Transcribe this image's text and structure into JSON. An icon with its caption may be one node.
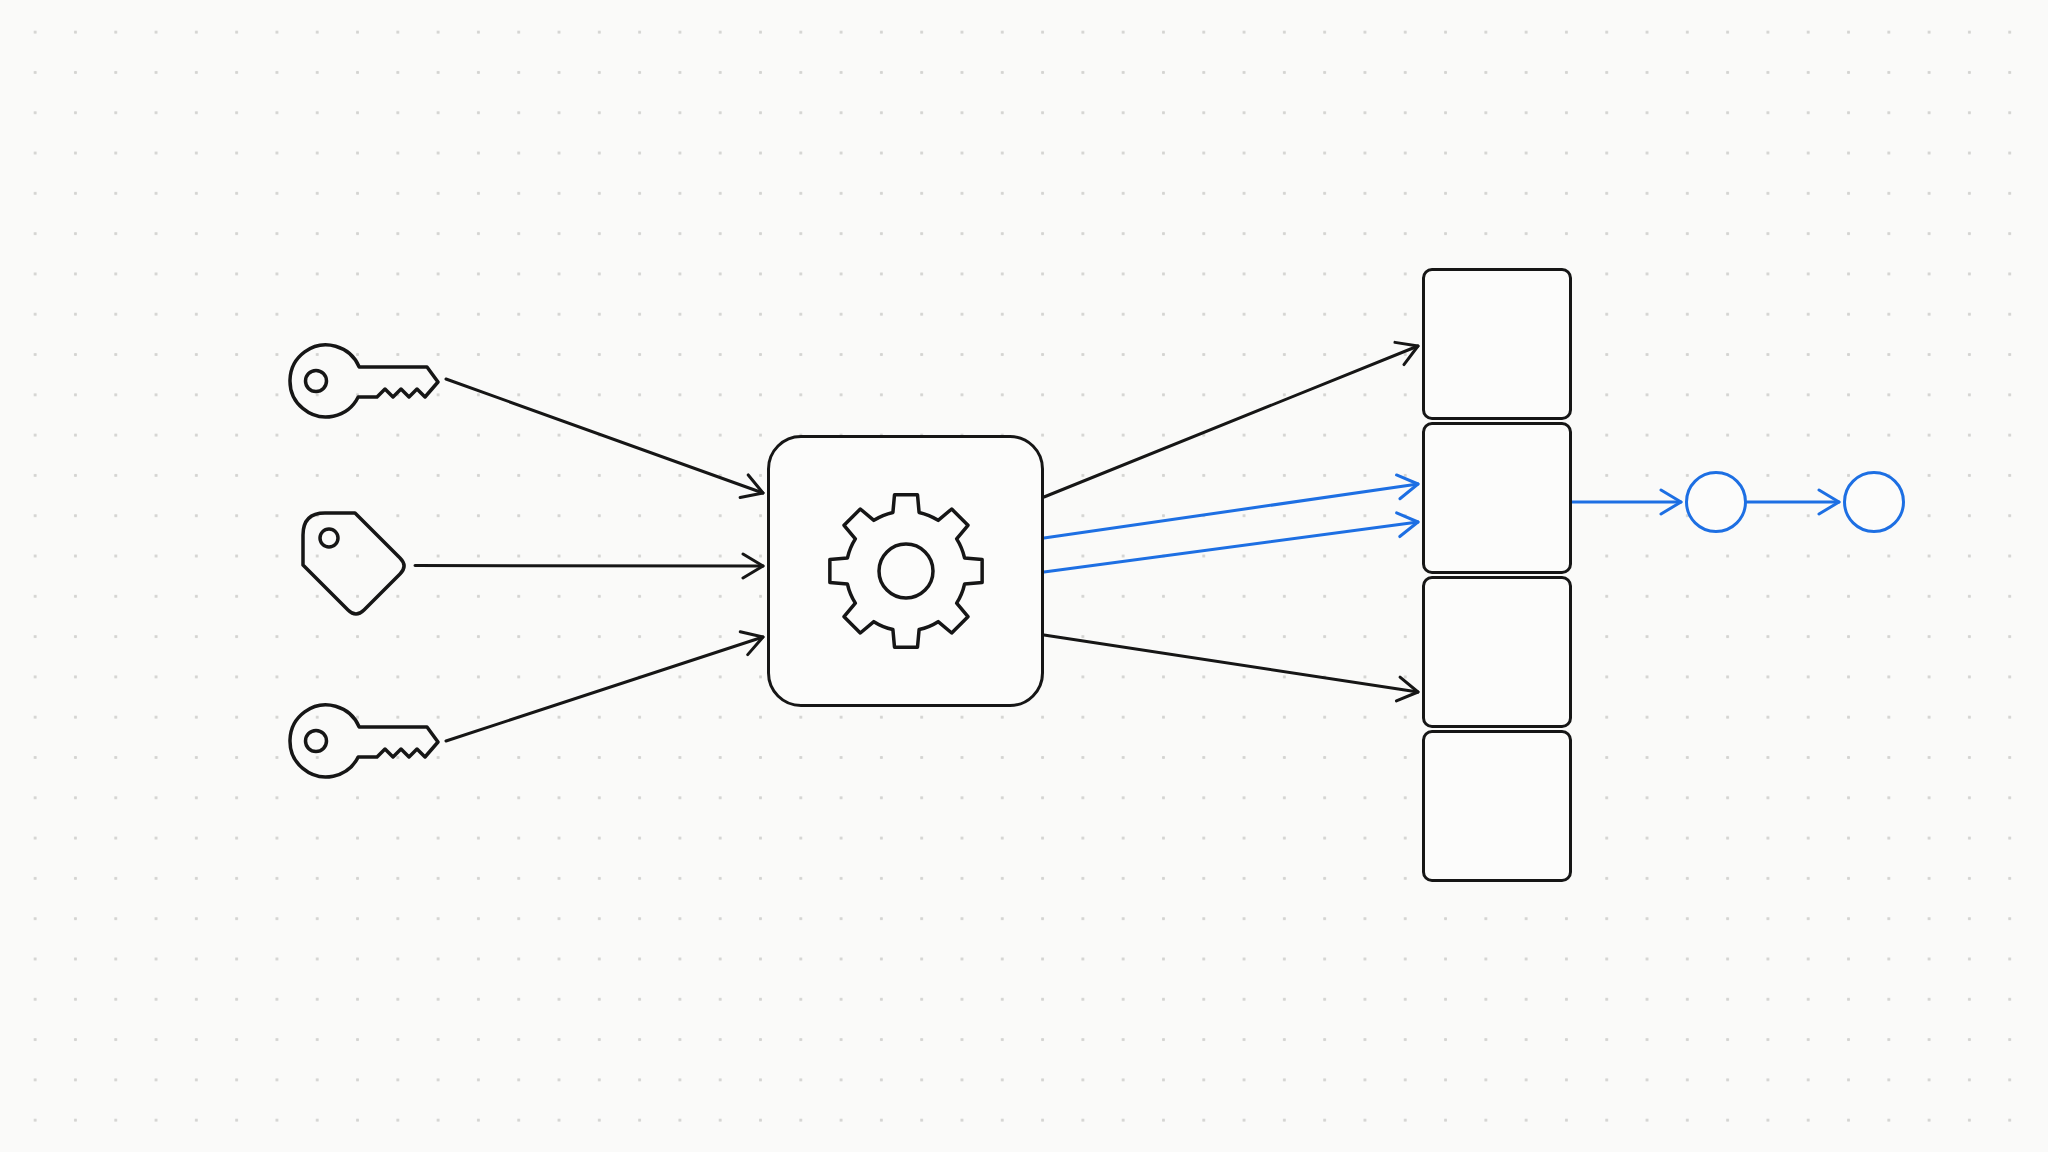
{
  "diagram": {
    "nodes": [
      {
        "text": [],
        "shape": "picture"
      },
      {
        "text": [],
        "shape": "picture"
      },
      {
        "text": [],
        "shape": "picture"
      },
      {
        "text": [],
        "shape": "box"
      },
      {
        "text": [],
        "shape": "box"
      },
      {
        "text": [],
        "shape": "box"
      },
      {
        "text": [],
        "shape": "box"
      },
      {
        "text": [],
        "shape": "box"
      },
      {
        "text": [],
        "shape": "circle"
      },
      {
        "text": [],
        "shape": "circle"
      }
    ],
    "edges": [
      {
        "from": 0,
        "to": 3,
        "arrow": "to"
      },
      {
        "from": 1,
        "to": 3,
        "arrow": "to"
      },
      {
        "from": 2,
        "to": 3,
        "arrow": "to"
      },
      {
        "from": 3,
        "to": 4,
        "arrow": "to"
      },
      {
        "from": 3,
        "to": 5,
        "arrow": "to",
        "color": "#1d6fe3"
      },
      {
        "from": 3,
        "to": 5,
        "arrow": "to",
        "color": "#1d6fe3"
      },
      {
        "from": 3,
        "to": 6,
        "arrow": "to"
      },
      {
        "from": 5,
        "to": 8,
        "arrow": "to",
        "color": "#1d6fe3"
      },
      {
        "from": 8,
        "to": 9,
        "arrow": "to",
        "color": "#1d6fe3"
      }
    ]
  }
}
